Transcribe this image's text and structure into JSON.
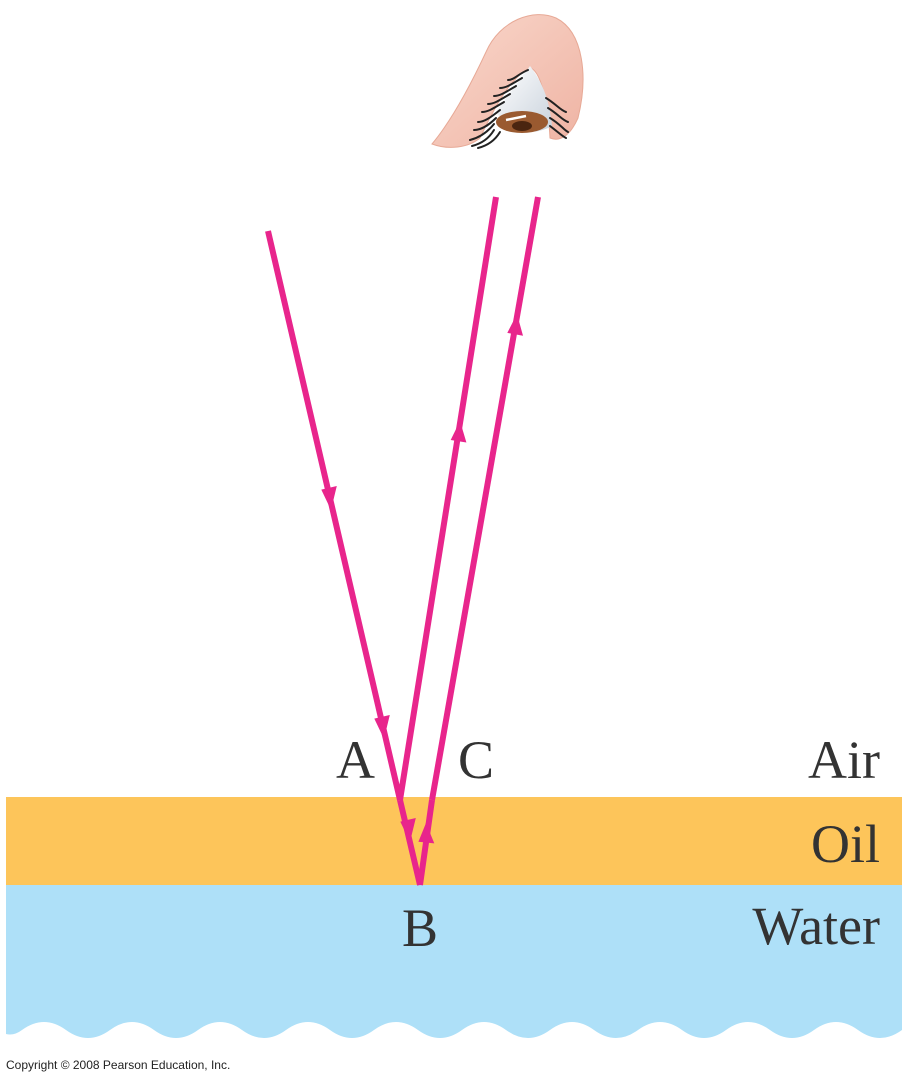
{
  "labels": {
    "a": "A",
    "b": "B",
    "c": "C",
    "air": "Air",
    "oil": "Oil",
    "water": "Water"
  },
  "copyright": "Copyright © 2008 Pearson Education, Inc.",
  "icons": {
    "eye": "eye-icon"
  },
  "colors": {
    "ray": "#e8258c",
    "oil": "#fdc55a",
    "water": "#aee0f8",
    "skin": "#f6c8b8",
    "iris": "#9a5a30",
    "text": "#333333"
  }
}
